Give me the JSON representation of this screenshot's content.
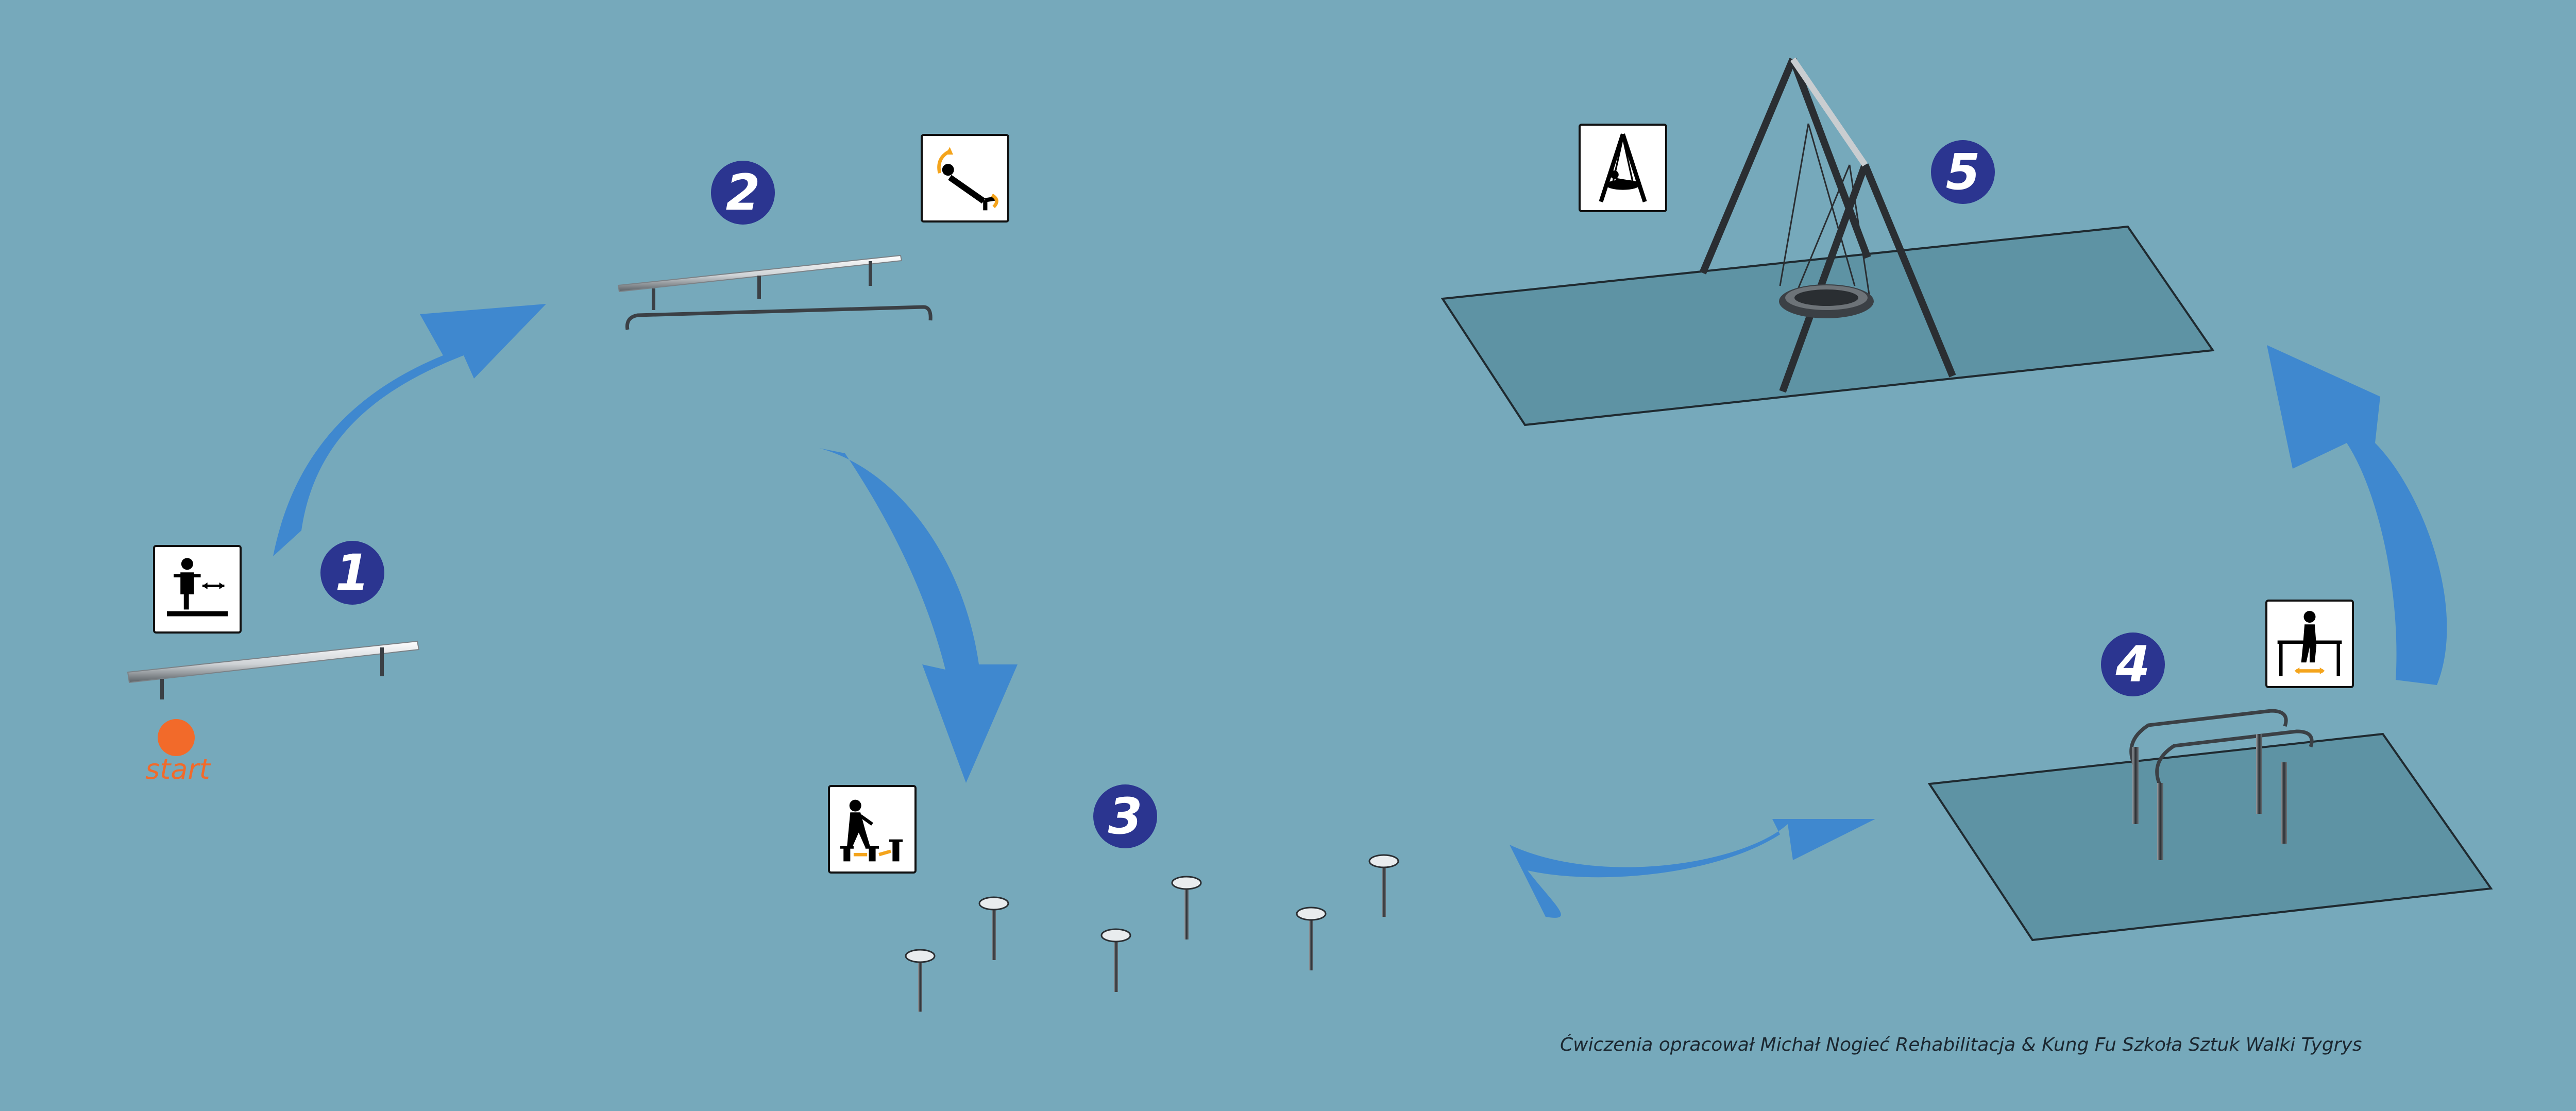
{
  "stations": [
    {
      "number": "1",
      "icon": "balance-beam-walk-icon"
    },
    {
      "number": "2",
      "icon": "low-beam-stretch-icon"
    },
    {
      "number": "3",
      "icon": "stepping-posts-icon"
    },
    {
      "number": "4",
      "icon": "parallel-bars-walk-icon"
    },
    {
      "number": "5",
      "icon": "nest-swing-icon"
    }
  ],
  "start_label": "start",
  "credits": "Ćwiczenia opracował Michał Nogieć Rehabilitacja & Kung Fu Szkoła Sztuk Walki Tygrys",
  "colors": {
    "background": "#76a9bb",
    "arrow": "#3f88cf",
    "badge": "#2b3590",
    "start_dot": "#f26a2a",
    "platform": "#5e93a4"
  }
}
